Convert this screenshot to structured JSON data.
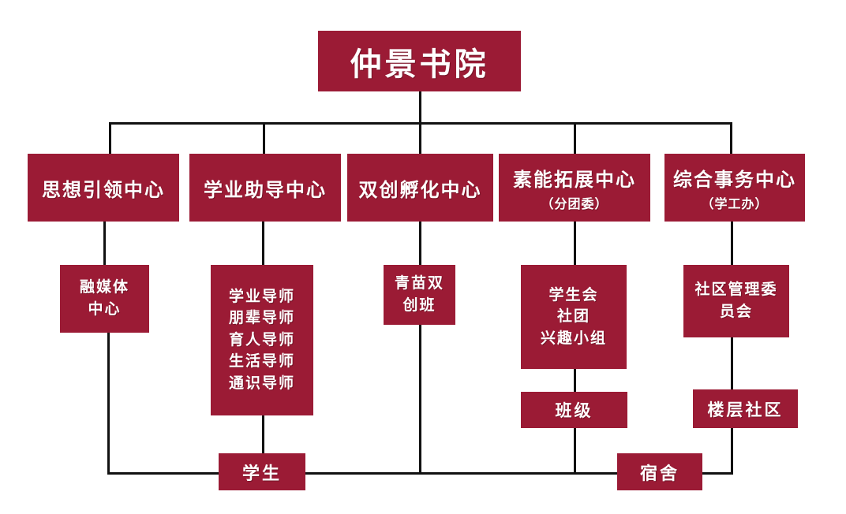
{
  "chart_data": {
    "type": "diagram",
    "title": "仲景书院",
    "diagram_kind": "organizational-chart",
    "orientation": "top-down",
    "box_color": "#9B1B35",
    "text_color": "#FFFFFF",
    "connector_color": "#111111",
    "background": "#FFFFFF"
  },
  "root": {
    "label": "仲景书院"
  },
  "centers": [
    {
      "id": "ideology",
      "label": "思想引领中心",
      "sub": ""
    },
    {
      "id": "academic",
      "label": "学业助导中心",
      "sub": ""
    },
    {
      "id": "innovation",
      "label": "双创孵化中心",
      "sub": ""
    },
    {
      "id": "quality",
      "label": "素能拓展中心",
      "sub": "（分团委）"
    },
    {
      "id": "affairs",
      "label": "综合事务中心",
      "sub": "（学工办）"
    }
  ],
  "units": {
    "media_center": {
      "lines": [
        "融媒体",
        "中心"
      ]
    },
    "mentors": {
      "lines": [
        "学业导师",
        "朋辈导师",
        "育人导师",
        "生活导师",
        "通识导师"
      ]
    },
    "qingmiao": {
      "lines": [
        "青苗双",
        "创班"
      ]
    },
    "student_orgs": {
      "lines": [
        "学生会",
        "社团",
        "兴趣小组"
      ]
    },
    "community_committee": {
      "lines": [
        "社区管理委",
        "员会"
      ]
    }
  },
  "sublevel": {
    "class": {
      "label": "班级"
    },
    "floor_community": {
      "label": "楼层社区"
    }
  },
  "bottom": {
    "students": {
      "label": "学生"
    },
    "dormitory": {
      "label": "宿舍"
    }
  }
}
